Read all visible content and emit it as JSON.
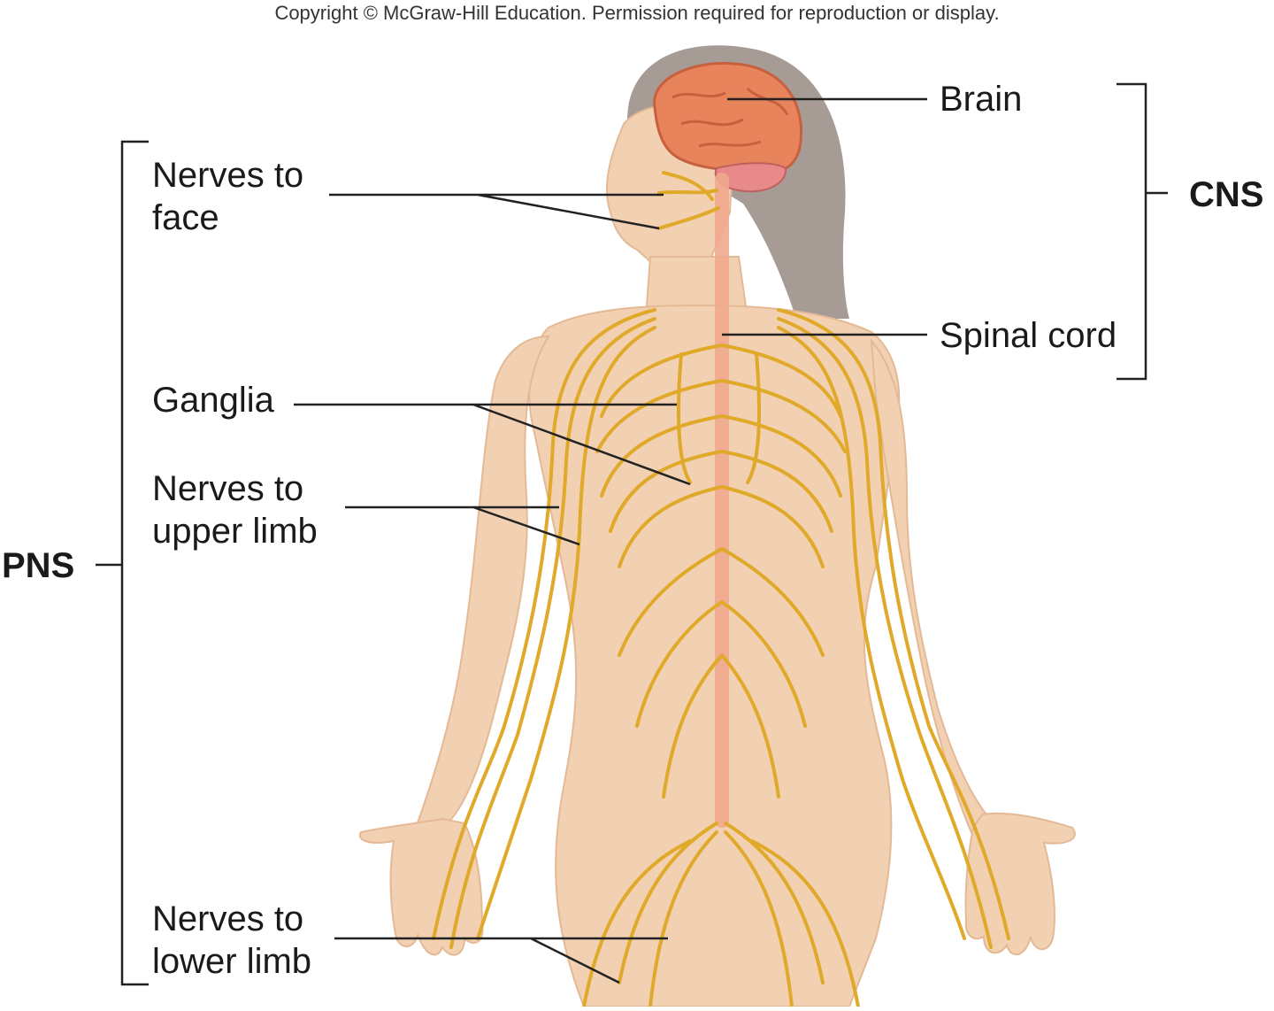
{
  "copyright": "Copyright © McGraw-Hill Education. Permission required for reproduction or display.",
  "labels": {
    "brain": "Brain",
    "cns": "CNS",
    "spinal_cord": "Spinal cord",
    "nerves_face": [
      "Nerves to",
      "face"
    ],
    "ganglia": "Ganglia",
    "nerves_upper_limb": [
      "Nerves to",
      "upper limb"
    ],
    "pns": "PNS",
    "nerves_lower_limb": [
      "Nerves to",
      "lower limb"
    ]
  },
  "colors": {
    "skin": "#f3d2b4",
    "nerve": "#e0a92a",
    "brain": "#e9805a",
    "spinal_cord": "#f0a890",
    "hair": "#9a8e84",
    "leader": "#222222"
  }
}
